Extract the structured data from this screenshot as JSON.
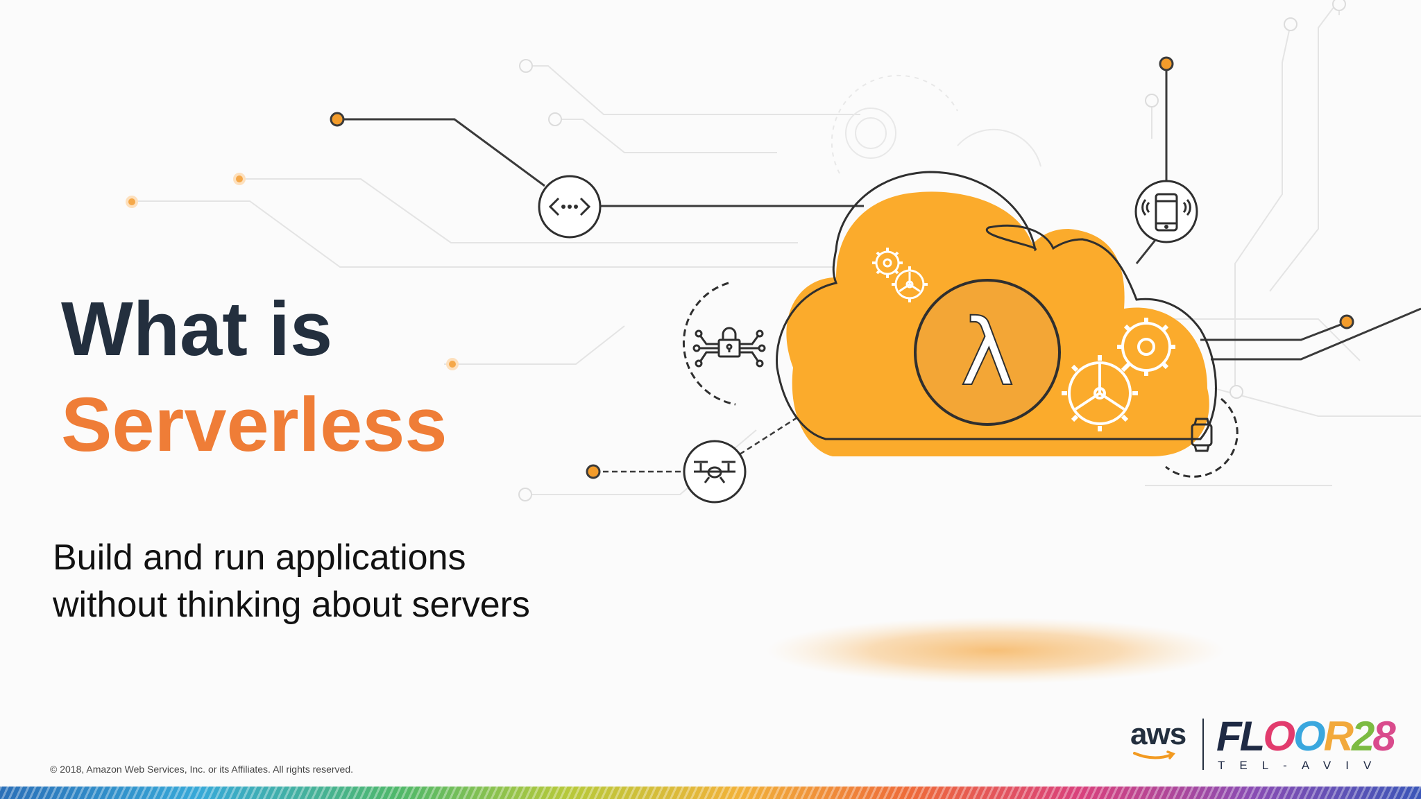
{
  "slide": {
    "title_line1": "What is",
    "title_line2": "Serverless",
    "subtitle_line1": "Build and run applications",
    "subtitle_line2": "without thinking about servers",
    "copyright": "© 2018, Amazon Web Services, Inc. or its Affiliates. All rights reserved."
  },
  "logos": {
    "aws": "aws",
    "floor_word": "FLOOR28",
    "city": "TEL-AVIV"
  },
  "illustration": {
    "center_icon": "lambda-icon",
    "lambda_glyph": "λ",
    "icons": [
      "api-endpoint-icon",
      "lock-circuit-icon",
      "drone-icon",
      "smartphone-icon",
      "smartwatch-icon",
      "gear-icon"
    ]
  },
  "colors": {
    "navy": "#232f3e",
    "orange_title": "#ef7d37",
    "cloud_orange": "#fbab2c",
    "node_orange": "#f39c2b",
    "line_dark": "#3a3a3a"
  }
}
